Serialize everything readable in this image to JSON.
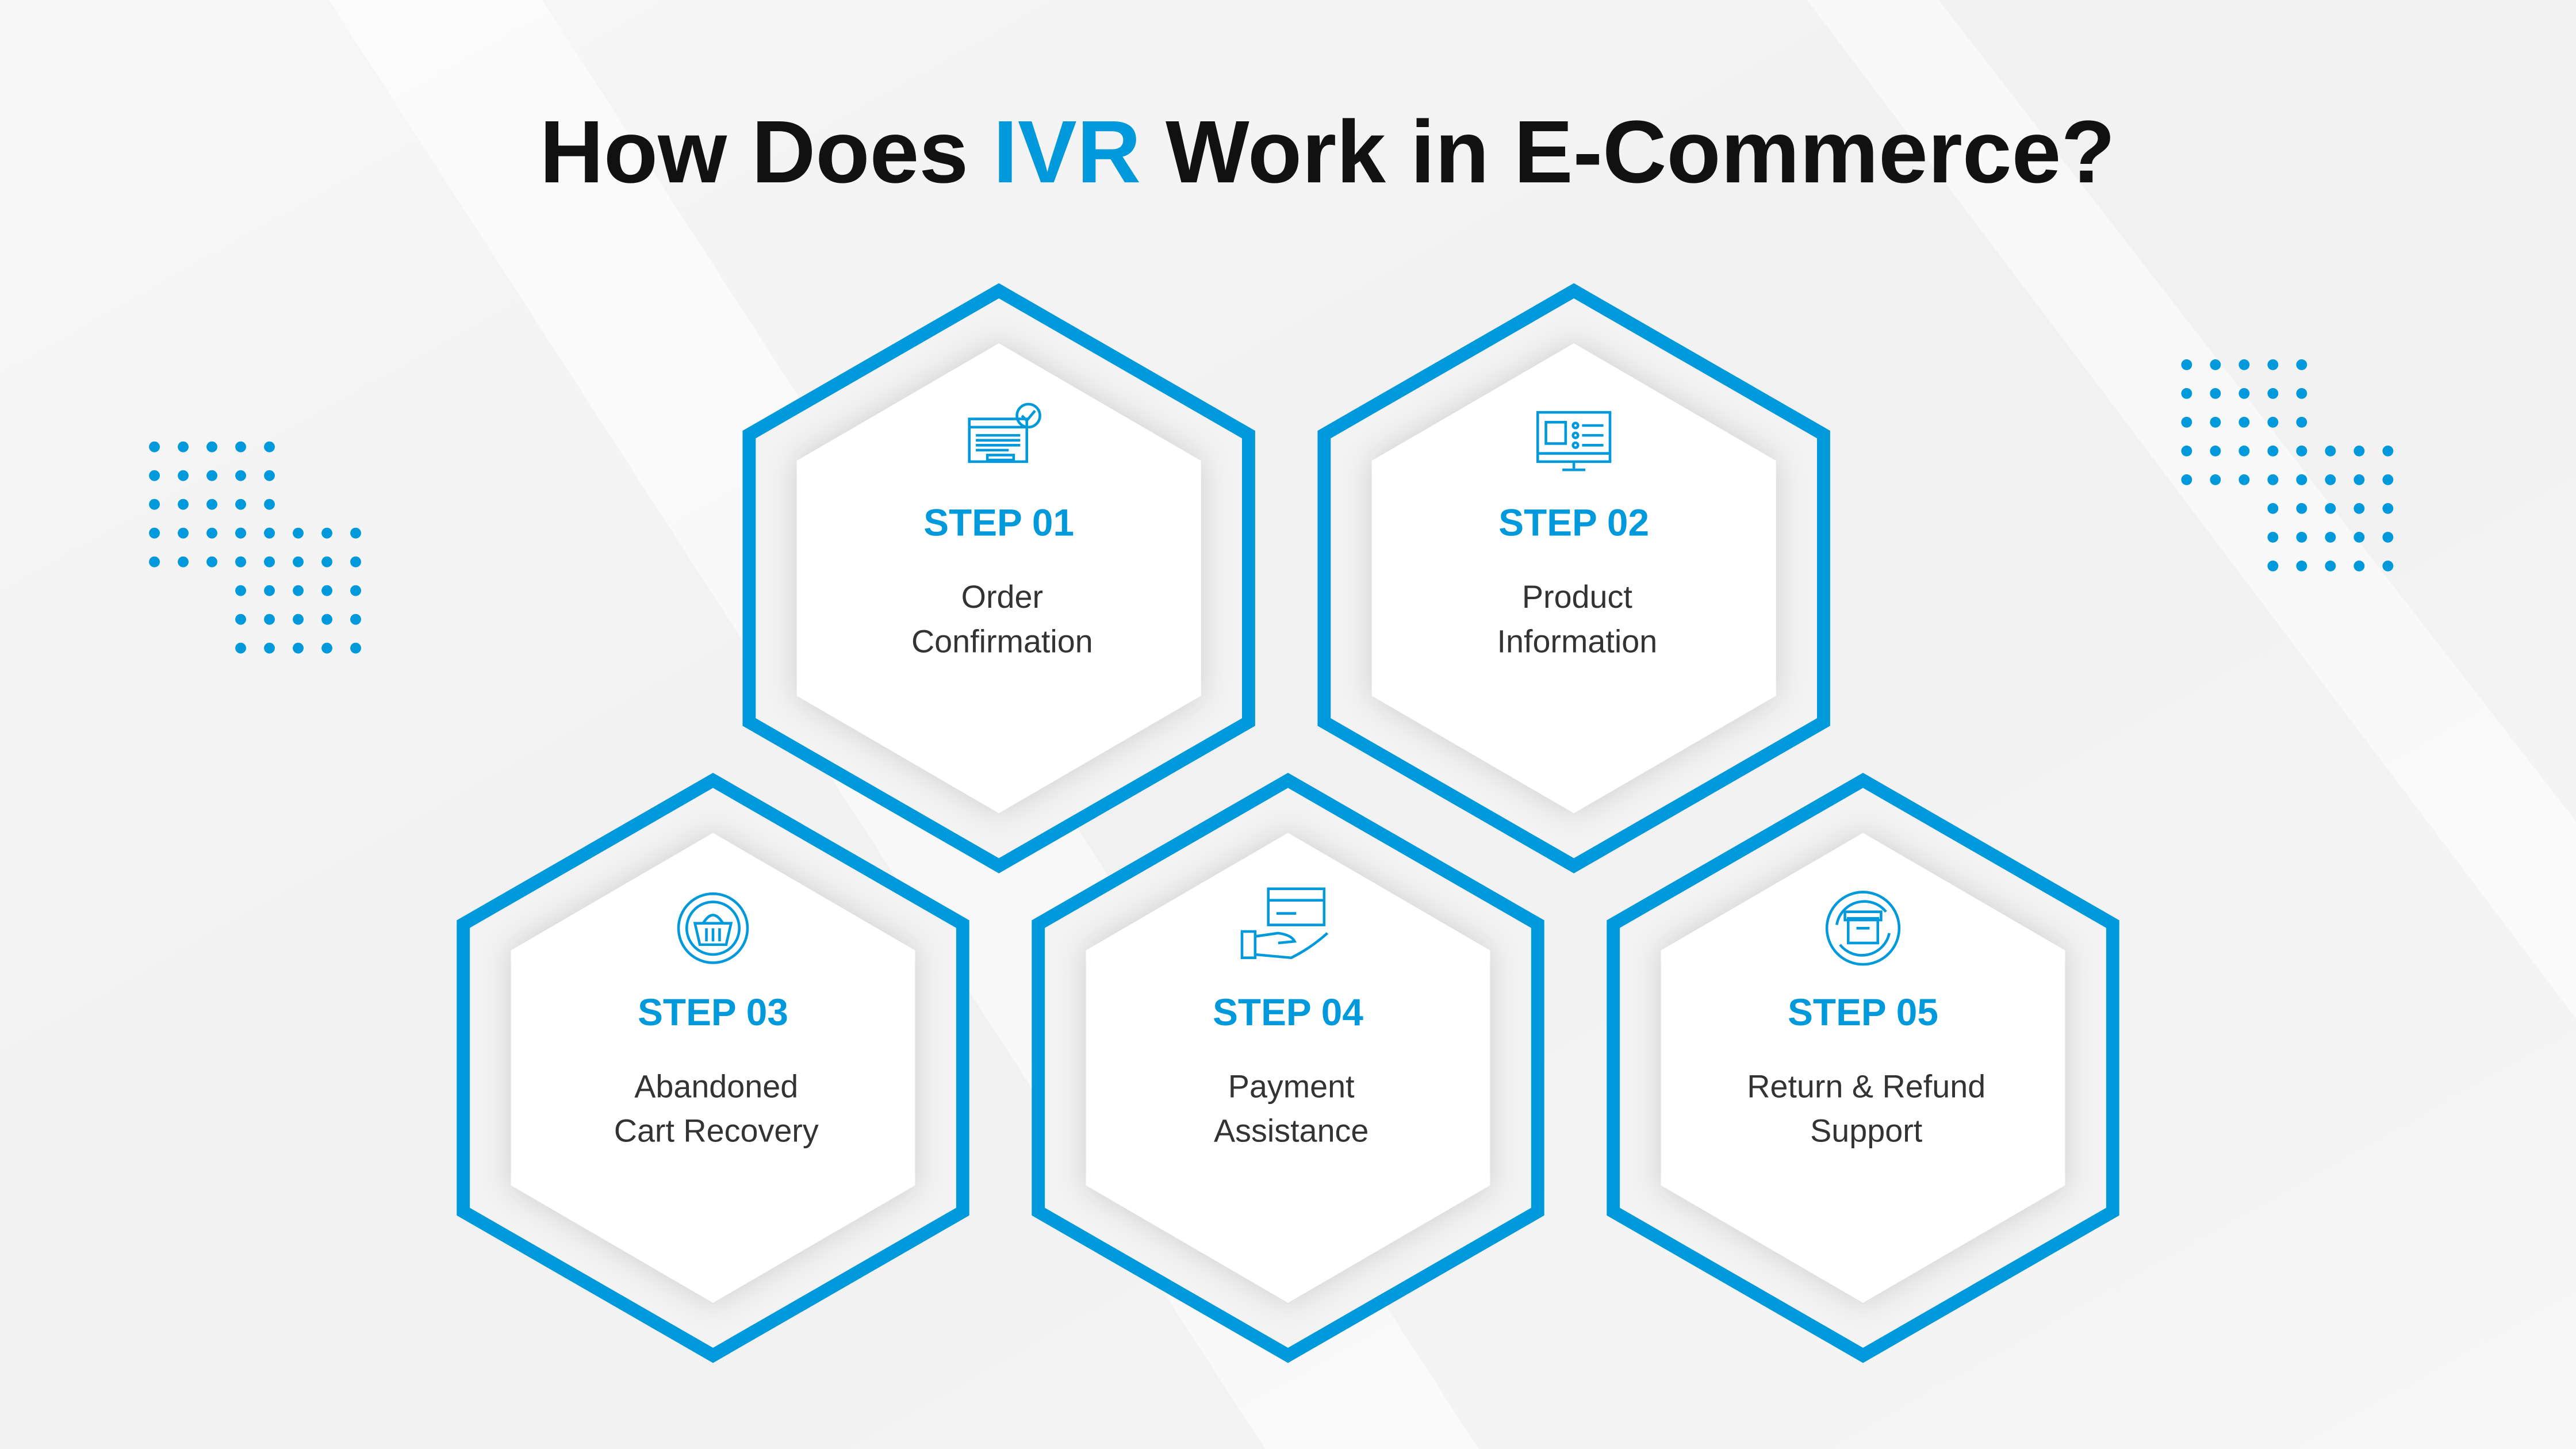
{
  "title": {
    "part1": "How Does ",
    "highlight": "IVR",
    "part2": " Work in E-Commerce?"
  },
  "colors": {
    "accent": "#0099db",
    "text": "#111111",
    "body": "#333333",
    "background": "#f4f4f4"
  },
  "steps": [
    {
      "label": "STEP 01",
      "line1": "Order",
      "line2": "Confirmation",
      "icon": "order-confirmation-icon"
    },
    {
      "label": "STEP 02",
      "line1": "Product",
      "line2": "Information",
      "icon": "product-monitor-icon"
    },
    {
      "label": "STEP 03",
      "line1": "Abandoned",
      "line2": "Cart Recovery",
      "icon": "cart-recovery-icon"
    },
    {
      "label": "STEP 04",
      "line1": "Payment",
      "line2": "Assistance",
      "icon": "payment-hand-card-icon"
    },
    {
      "label": "STEP 05",
      "line1": "Return & Refund",
      "line2": "Support",
      "icon": "return-box-icon"
    }
  ]
}
